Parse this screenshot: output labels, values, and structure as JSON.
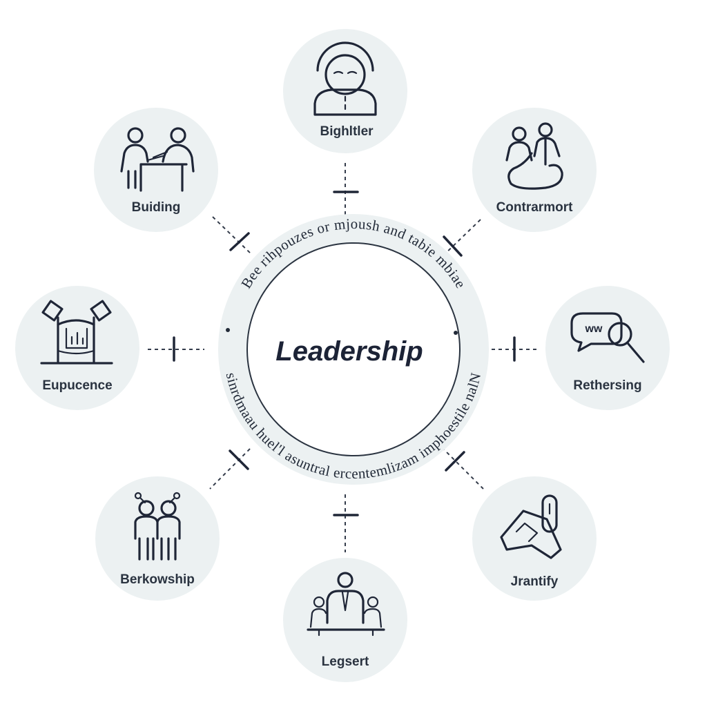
{
  "center": {
    "title": "Leadership",
    "ring_top": "Bee rihpouzes or mjoush and tabie mbiae",
    "ring_bottom": "sinrdmaau huel'l asuntral ercentemlizam imphoestile nalN"
  },
  "nodes": [
    {
      "label": "Bighltler",
      "icon": "bald-person-icon"
    },
    {
      "label": "Contrarmort",
      "icon": "two-people-rope-icon"
    },
    {
      "label": "Rethersing",
      "icon": "chat-magnifier-icon"
    },
    {
      "label": "Jrantify",
      "icon": "hand-tool-icon"
    },
    {
      "label": "Legsert",
      "icon": "meeting-table-icon"
    },
    {
      "label": "Berkowship",
      "icon": "group-people-icon"
    },
    {
      "label": "Eupucence",
      "icon": "gate-flags-icon"
    },
    {
      "label": "Buiding",
      "icon": "desk-people-icon"
    }
  ],
  "speech_bubble_text": "ww",
  "colors": {
    "node_fill": "#ecf1f2",
    "ink": "#1f2637",
    "background": "#ffffff"
  }
}
